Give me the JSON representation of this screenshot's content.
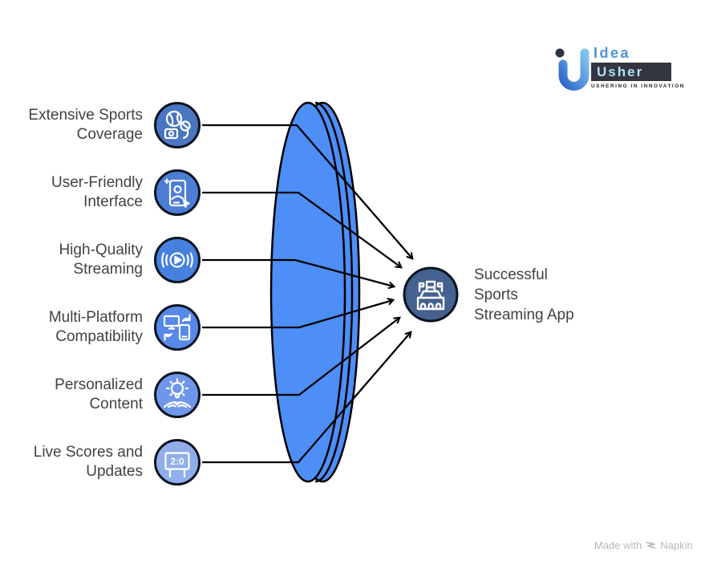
{
  "logo": {
    "brand_top": "Idea",
    "brand_bottom": "Usher",
    "tagline": "USHERING IN INNOVATION"
  },
  "features": [
    {
      "label": "Extensive Sports Coverage",
      "icon": "sports-balls-icon",
      "color": "#4a75c0"
    },
    {
      "label": "User-Friendly Interface",
      "icon": "phone-user-icon",
      "color": "#4b7ed4"
    },
    {
      "label": "High-Quality Streaming",
      "icon": "streaming-play-icon",
      "color": "#4681e0"
    },
    {
      "label": "Multi-Platform Compatibility",
      "icon": "device-sync-icon",
      "color": "#5689e8"
    },
    {
      "label": "Personalized Content",
      "icon": "idea-bulb-icon",
      "color": "#6f97e9"
    },
    {
      "label": "Live Scores and Updates",
      "icon": "scoreboard-icon",
      "color": "#90aeea",
      "scoreboard_text": "2:0"
    }
  ],
  "lens": {
    "fill": "#4d8ef7",
    "stroke": "#000000"
  },
  "result": {
    "label": "Successful Sports Streaming App",
    "icon": "stadium-icon",
    "color": "#45618f"
  },
  "footer": {
    "made_with": "Made with",
    "brand": "Napkin"
  }
}
